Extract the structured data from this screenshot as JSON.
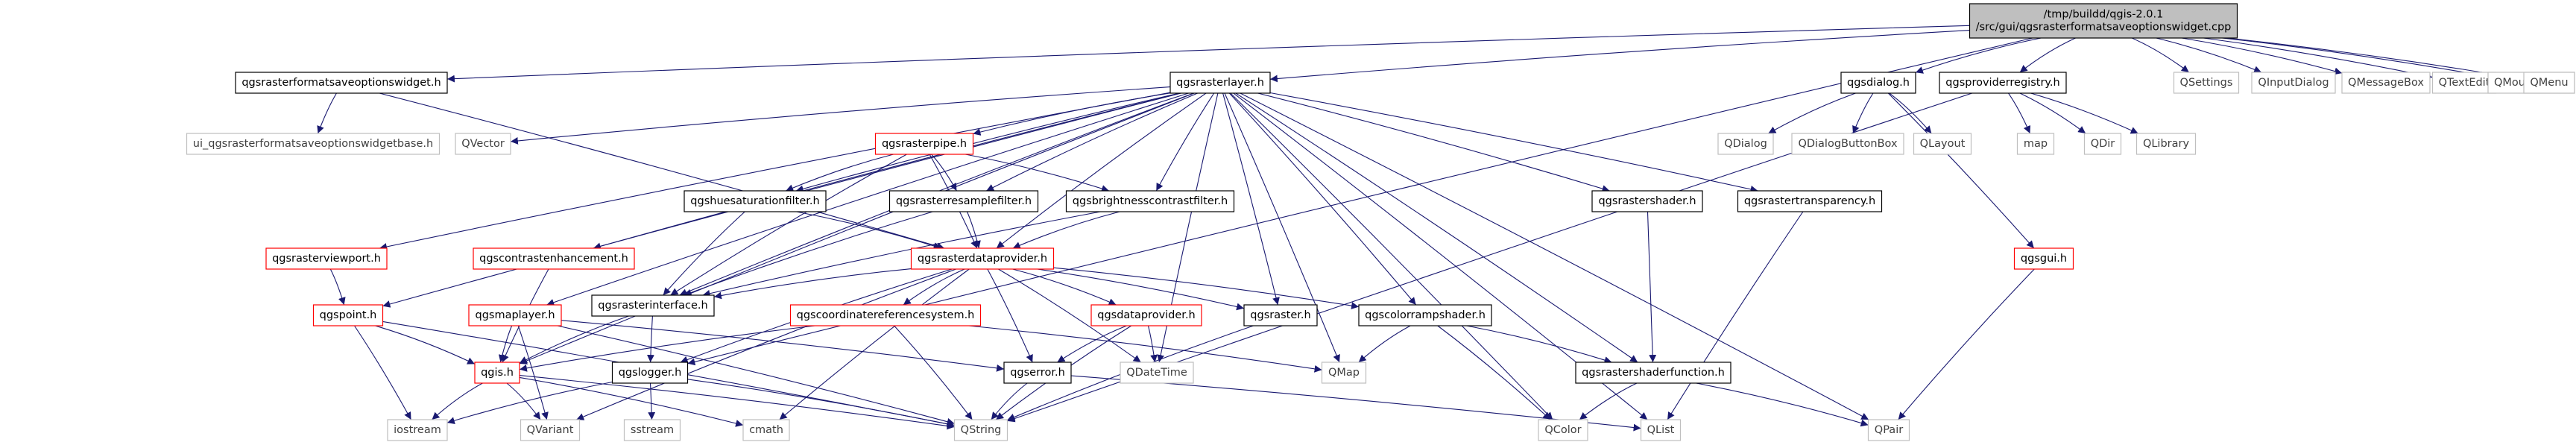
{
  "colors": {
    "edge": "#191970",
    "node_border_default": "#000000",
    "node_border_external": "#bfbfbf",
    "node_border_red": "#ff0000",
    "root_fill": "#bfbfbf",
    "text": "#000000",
    "text_external": "#404040"
  },
  "nodes": [
    {
      "id": "root",
      "label": [
        "/tmp/buildd/qgis-2.0.1",
        "/src/gui/qgsrasterformatsaveoptionswidget.cpp"
      ],
      "style": "root"
    },
    {
      "id": "rfsow_h",
      "label": [
        "qgsrasterformatsaveoptionswidget.h"
      ],
      "style": "normal"
    },
    {
      "id": "ui_base",
      "label": [
        "ui_qgsrasterformatsaveoptionswidgetbase.h"
      ],
      "style": "external"
    },
    {
      "id": "rasterlayer",
      "label": [
        "qgsrasterlayer.h"
      ],
      "style": "normal"
    },
    {
      "id": "qvector",
      "label": [
        "QVector"
      ],
      "style": "external"
    },
    {
      "id": "rasterpipe",
      "label": [
        "qgsrasterpipe.h"
      ],
      "style": "red"
    },
    {
      "id": "huesat",
      "label": [
        "qgshuesaturationfilter.h"
      ],
      "style": "normal"
    },
    {
      "id": "resample",
      "label": [
        "qgsrasterresamplefilter.h"
      ],
      "style": "normal"
    },
    {
      "id": "brightness",
      "label": [
        "qgsbrightnesscontrastfilter.h"
      ],
      "style": "normal"
    },
    {
      "id": "rastershader",
      "label": [
        "qgsrastershader.h"
      ],
      "style": "normal"
    },
    {
      "id": "transparency",
      "label": [
        "qgsrastertransparency.h"
      ],
      "style": "normal"
    },
    {
      "id": "viewport",
      "label": [
        "qgsrasterviewport.h"
      ],
      "style": "red"
    },
    {
      "id": "contrast",
      "label": [
        "qgscontrastenhancement.h"
      ],
      "style": "red"
    },
    {
      "id": "dataprovider_r",
      "label": [
        "qgsrasterdataprovider.h"
      ],
      "style": "red"
    },
    {
      "id": "point",
      "label": [
        "qgspoint.h"
      ],
      "style": "red"
    },
    {
      "id": "maplayer",
      "label": [
        "qgsmaplayer.h"
      ],
      "style": "red"
    },
    {
      "id": "interface",
      "label": [
        "qgsrasterinterface.h"
      ],
      "style": "normal"
    },
    {
      "id": "crs",
      "label": [
        "qgscoordinatereferencesystem.h"
      ],
      "style": "red"
    },
    {
      "id": "dataprovider",
      "label": [
        "qgsdataprovider.h"
      ],
      "style": "red"
    },
    {
      "id": "raster",
      "label": [
        "qgsraster.h"
      ],
      "style": "normal"
    },
    {
      "id": "colorramp",
      "label": [
        "qgscolorrampshader.h"
      ],
      "style": "normal"
    },
    {
      "id": "shaderfunc",
      "label": [
        "qgsrastershaderfunction.h"
      ],
      "style": "normal"
    },
    {
      "id": "qgis",
      "label": [
        "qgis.h"
      ],
      "style": "red"
    },
    {
      "id": "logger",
      "label": [
        "qgslogger.h"
      ],
      "style": "normal"
    },
    {
      "id": "error",
      "label": [
        "qgserror.h"
      ],
      "style": "normal"
    },
    {
      "id": "qdatetime",
      "label": [
        "QDateTime"
      ],
      "style": "external"
    },
    {
      "id": "qmap",
      "label": [
        "QMap"
      ],
      "style": "external"
    },
    {
      "id": "iostream",
      "label": [
        "iostream"
      ],
      "style": "external"
    },
    {
      "id": "qvariant",
      "label": [
        "QVariant"
      ],
      "style": "external"
    },
    {
      "id": "sstream",
      "label": [
        "sstream"
      ],
      "style": "external"
    },
    {
      "id": "cmath",
      "label": [
        "cmath"
      ],
      "style": "external"
    },
    {
      "id": "qstring",
      "label": [
        "QString"
      ],
      "style": "external"
    },
    {
      "id": "qcolor",
      "label": [
        "QColor"
      ],
      "style": "external"
    },
    {
      "id": "qlist",
      "label": [
        "QList"
      ],
      "style": "external"
    },
    {
      "id": "qpair",
      "label": [
        "QPair"
      ],
      "style": "external"
    },
    {
      "id": "dialog",
      "label": [
        "qgsdialog.h"
      ],
      "style": "normal"
    },
    {
      "id": "provreg",
      "label": [
        "qgsproviderregistry.h"
      ],
      "style": "normal"
    },
    {
      "id": "qsettings",
      "label": [
        "QSettings"
      ],
      "style": "external"
    },
    {
      "id": "qinputdialog",
      "label": [
        "QInputDialog"
      ],
      "style": "external"
    },
    {
      "id": "qmessagebox",
      "label": [
        "QMessageBox"
      ],
      "style": "external"
    },
    {
      "id": "qtextedit",
      "label": [
        "QTextEdit"
      ],
      "style": "external"
    },
    {
      "id": "qmouseevent",
      "label": [
        "QMouseEvent"
      ],
      "style": "external"
    },
    {
      "id": "qmenu",
      "label": [
        "QMenu"
      ],
      "style": "external"
    },
    {
      "id": "qdialog",
      "label": [
        "QDialog"
      ],
      "style": "external"
    },
    {
      "id": "qdialogbuttonbox",
      "label": [
        "QDialogButtonBox"
      ],
      "style": "external"
    },
    {
      "id": "qlayout",
      "label": [
        "QLayout"
      ],
      "style": "external"
    },
    {
      "id": "map",
      "label": [
        "map"
      ],
      "style": "external"
    },
    {
      "id": "qdir",
      "label": [
        "QDir"
      ],
      "style": "external"
    },
    {
      "id": "qlibrary",
      "label": [
        "QLibrary"
      ],
      "style": "external"
    },
    {
      "id": "qgsgui",
      "label": [
        "qgsgui.h"
      ],
      "style": "red"
    }
  ],
  "edges": [
    [
      "root",
      "rfsow_h"
    ],
    [
      "root",
      "rasterlayer"
    ],
    [
      "root",
      "dialog"
    ],
    [
      "root",
      "provreg"
    ],
    [
      "root",
      "qsettings"
    ],
    [
      "root",
      "qinputdialog"
    ],
    [
      "root",
      "qmessagebox"
    ],
    [
      "root",
      "qtextedit"
    ],
    [
      "root",
      "qmouseevent"
    ],
    [
      "root",
      "qmenu"
    ],
    [
      "root",
      "logger"
    ],
    [
      "rfsow_h",
      "ui_base"
    ],
    [
      "rfsow_h",
      "dataprovider_r"
    ],
    [
      "rasterlayer",
      "qvector"
    ],
    [
      "rasterlayer",
      "rasterpipe"
    ],
    [
      "rasterlayer",
      "huesat"
    ],
    [
      "rasterlayer",
      "resample"
    ],
    [
      "rasterlayer",
      "brightness"
    ],
    [
      "rasterlayer",
      "rastershader"
    ],
    [
      "rasterlayer",
      "transparency"
    ],
    [
      "rasterlayer",
      "viewport"
    ],
    [
      "rasterlayer",
      "contrast"
    ],
    [
      "rasterlayer",
      "dataprovider_r"
    ],
    [
      "rasterlayer",
      "point"
    ],
    [
      "rasterlayer",
      "maplayer"
    ],
    [
      "rasterlayer",
      "interface"
    ],
    [
      "rasterlayer",
      "raster"
    ],
    [
      "rasterlayer",
      "colorramp"
    ],
    [
      "rasterlayer",
      "shaderfunc"
    ],
    [
      "rasterlayer",
      "qdatetime"
    ],
    [
      "rasterlayer",
      "qmap"
    ],
    [
      "rasterlayer",
      "qcolor"
    ],
    [
      "rasterlayer",
      "qlist"
    ],
    [
      "rasterlayer",
      "qpair"
    ],
    [
      "rasterlayer",
      "qgis"
    ],
    [
      "rasterpipe",
      "huesat"
    ],
    [
      "rasterpipe",
      "resample"
    ],
    [
      "rasterpipe",
      "brightness"
    ],
    [
      "rasterpipe",
      "dataprovider_r"
    ],
    [
      "rasterpipe",
      "interface"
    ],
    [
      "huesat",
      "dataprovider_r"
    ],
    [
      "huesat",
      "interface"
    ],
    [
      "resample",
      "dataprovider_r"
    ],
    [
      "resample",
      "interface"
    ],
    [
      "brightness",
      "dataprovider_r"
    ],
    [
      "brightness",
      "interface"
    ],
    [
      "rastershader",
      "shaderfunc"
    ],
    [
      "transparency",
      "qlist"
    ],
    [
      "viewport",
      "point"
    ],
    [
      "contrast",
      "qgis"
    ],
    [
      "dataprovider_r",
      "interface"
    ],
    [
      "dataprovider_r",
      "crs"
    ],
    [
      "dataprovider_r",
      "dataprovider"
    ],
    [
      "dataprovider_r",
      "raster"
    ],
    [
      "dataprovider_r",
      "colorramp"
    ],
    [
      "dataprovider_r",
      "error"
    ],
    [
      "dataprovider_r",
      "qdatetime"
    ],
    [
      "dataprovider_r",
      "logger"
    ],
    [
      "dataprovider_r",
      "cmath"
    ],
    [
      "dataprovider_r",
      "qvariant"
    ],
    [
      "point",
      "qgis"
    ],
    [
      "point",
      "iostream"
    ],
    [
      "point",
      "qstring"
    ],
    [
      "maplayer",
      "qgis"
    ],
    [
      "maplayer",
      "qvariant"
    ],
    [
      "maplayer",
      "error"
    ],
    [
      "maplayer",
      "qstring"
    ],
    [
      "interface",
      "logger"
    ],
    [
      "interface",
      "qgis"
    ],
    [
      "crs",
      "qgis"
    ],
    [
      "crs",
      "qstring"
    ],
    [
      "crs",
      "qmap"
    ],
    [
      "dataprovider",
      "error"
    ],
    [
      "dataprovider",
      "qdatetime"
    ],
    [
      "dataprovider",
      "qstring"
    ],
    [
      "raster",
      "qstring"
    ],
    [
      "colorramp",
      "qmap"
    ],
    [
      "colorramp",
      "qcolor"
    ],
    [
      "colorramp",
      "shaderfunc"
    ],
    [
      "shaderfunc",
      "qpair"
    ],
    [
      "shaderfunc",
      "qcolor"
    ],
    [
      "qgis",
      "iostream"
    ],
    [
      "qgis",
      "qvariant"
    ],
    [
      "qgis",
      "cmath"
    ],
    [
      "qgis",
      "qstring"
    ],
    [
      "logger",
      "iostream"
    ],
    [
      "logger",
      "sstream"
    ],
    [
      "logger",
      "qstring"
    ],
    [
      "error",
      "qstring"
    ],
    [
      "error",
      "qlist"
    ],
    [
      "dialog",
      "qdialog"
    ],
    [
      "dialog",
      "qdialogbuttonbox"
    ],
    [
      "dialog",
      "qlayout"
    ],
    [
      "dialog",
      "qgsgui"
    ],
    [
      "provreg",
      "map"
    ],
    [
      "provreg",
      "qdir"
    ],
    [
      "provreg",
      "qlibrary"
    ],
    [
      "provreg",
      "qstring"
    ],
    [
      "qgsgui",
      "qpair"
    ]
  ]
}
